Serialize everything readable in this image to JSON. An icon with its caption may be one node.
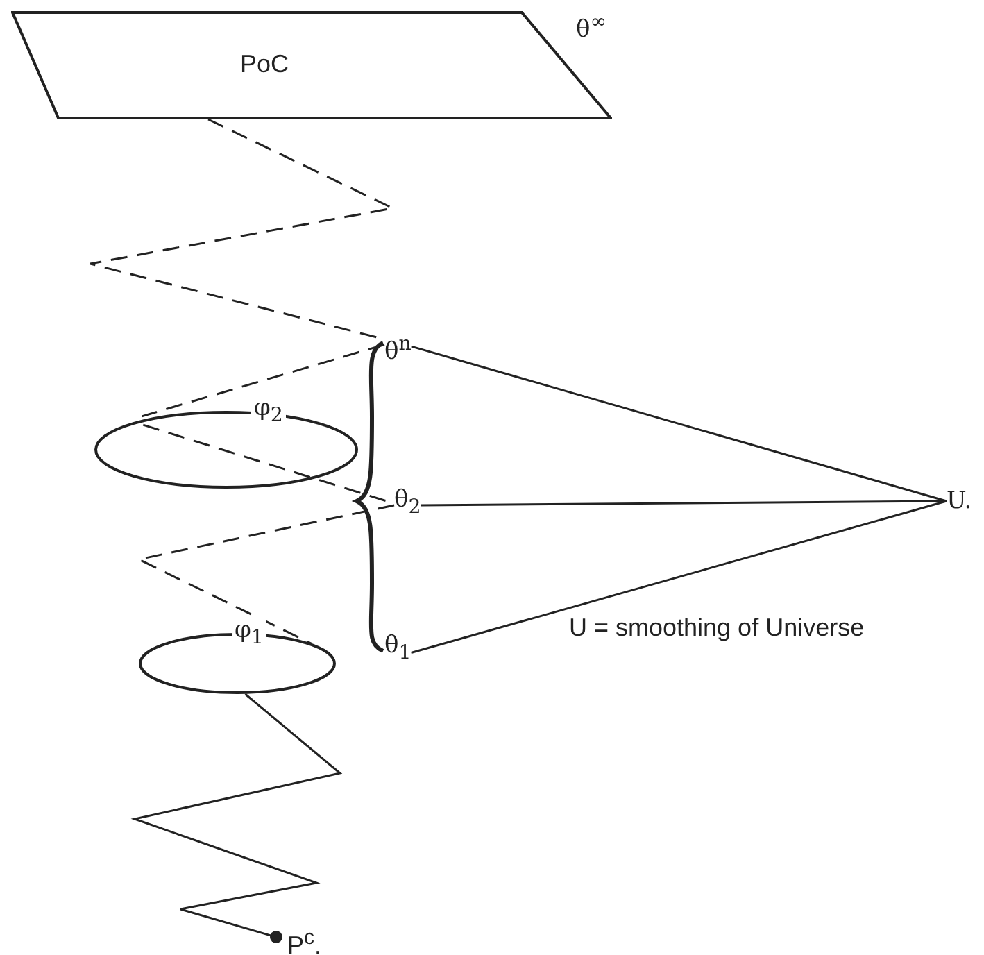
{
  "diagram": {
    "nodes": [
      {
        "text": [
          "PoC"
        ],
        "beside": [
          "θ$^{∞}$"
        ]
      },
      {
        "text": [
          "φ$_{2}$"
        ]
      },
      {
        "text": [
          "φ$_{1}$"
        ]
      },
      {
        "text": [
          "P$^{c}$."
        ]
      },
      {
        "text": [
          "θ$^{n}$"
        ]
      },
      {
        "text": [
          "θ$_{2}$"
        ]
      },
      {
        "text": [
          "θ$_{1}$"
        ]
      },
      {
        "text": [
          "U."
        ]
      }
    ],
    "edges": [
      {
        "from": 0,
        "to": 4,
        "arrow": "none",
        "style": "dashed"
      },
      {
        "from": 4,
        "to": 1,
        "arrow": "none",
        "style": "dashed"
      },
      {
        "from": 1,
        "to": 5,
        "arrow": "none",
        "style": "dashed"
      },
      {
        "from": 5,
        "to": 2,
        "arrow": "none",
        "style": "dashed"
      },
      {
        "from": 2,
        "to": 3,
        "arrow": "none"
      },
      {
        "from": 4,
        "to": 7,
        "arrow": "none"
      },
      {
        "from": 5,
        "to": 7,
        "arrow": "none"
      },
      {
        "from": 6,
        "to": 7,
        "arrow": "none"
      }
    ],
    "labels": [
      "U = smoothing of Universe"
    ]
  }
}
